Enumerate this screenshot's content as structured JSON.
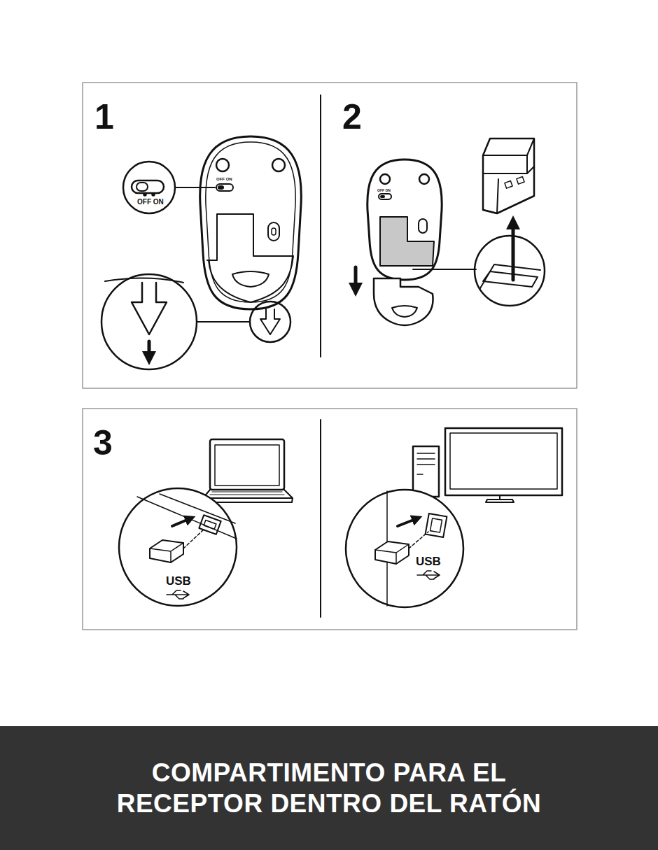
{
  "diagram": {
    "caption": "COMPARTIMENTO PARA EL RECEPTOR DENTRO DEL RATÓN",
    "labels": [
      "1",
      "OFF ON",
      "OFF ON",
      "2",
      "OFF ON",
      "3",
      "USB",
      "USB"
    ]
  }
}
